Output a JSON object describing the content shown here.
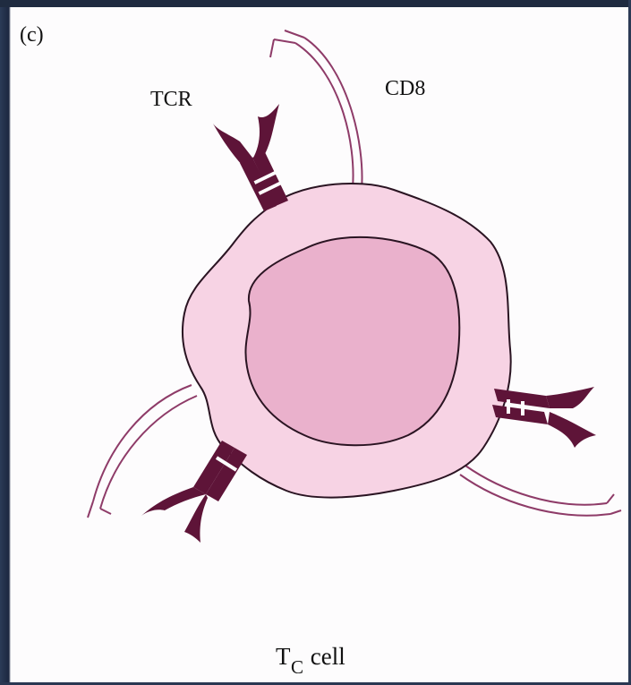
{
  "panel_label": "(c)",
  "labels": {
    "tcr": "TCR",
    "cd8": "CD8",
    "cell_main": "T",
    "cell_sub": "C",
    "cell_rest": " cell"
  },
  "colors": {
    "cell_body": "#f7d3e4",
    "nucleus": "#eab1cc",
    "receptor": "#5e1438",
    "cd8_line": "#8e3b68",
    "outline": "#2a1422"
  }
}
